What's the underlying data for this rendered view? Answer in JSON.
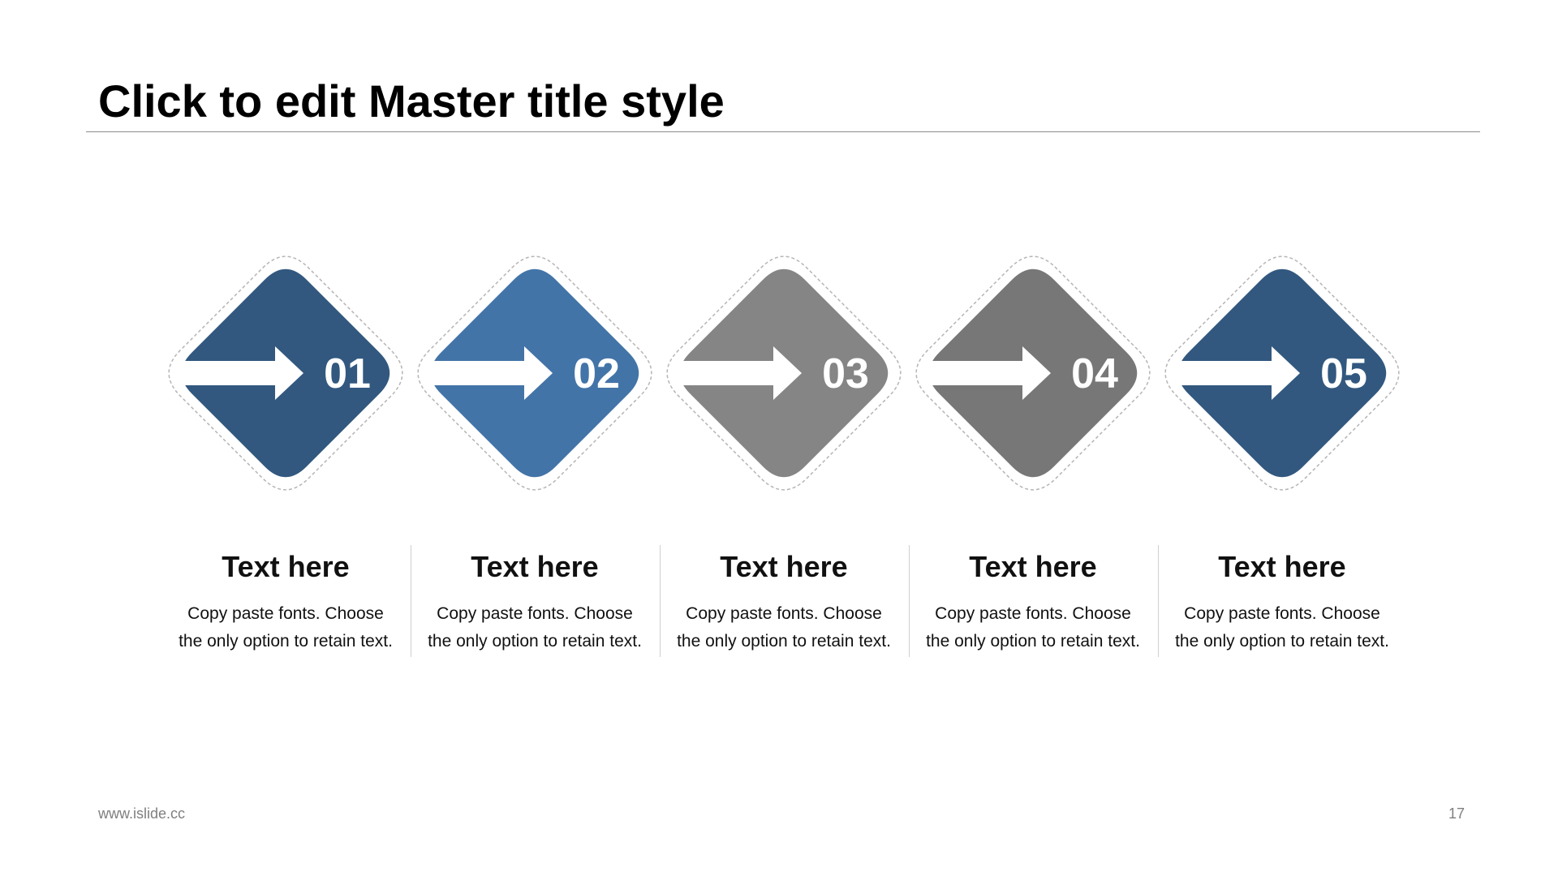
{
  "slide": {
    "title": "Click to edit Master title style",
    "footer_url": "www.islide.cc",
    "page_number": "17"
  },
  "steps": [
    {
      "number": "01",
      "color": "#32587f",
      "label": "Text here",
      "desc_line1": "Copy paste fonts. Choose",
      "desc_line2": "the only option to retain text."
    },
    {
      "number": "02",
      "color": "#4374a8",
      "label": "Text here",
      "desc_line1": "Copy paste fonts. Choose",
      "desc_line2": "the only option to retain text."
    },
    {
      "number": "03",
      "color": "#858585",
      "label": "Text here",
      "desc_line1": "Copy paste fonts. Choose",
      "desc_line2": "the only option to retain text."
    },
    {
      "number": "04",
      "color": "#777777",
      "label": "Text here",
      "desc_line1": "Copy paste fonts. Choose",
      "desc_line2": "the only option to retain text."
    },
    {
      "number": "05",
      "color": "#32587f",
      "label": "Text here",
      "desc_line1": "Copy paste fonts. Choose",
      "desc_line2": "the only option to retain text."
    }
  ],
  "icons": {
    "step_arrow": "right-arrow-icon"
  }
}
